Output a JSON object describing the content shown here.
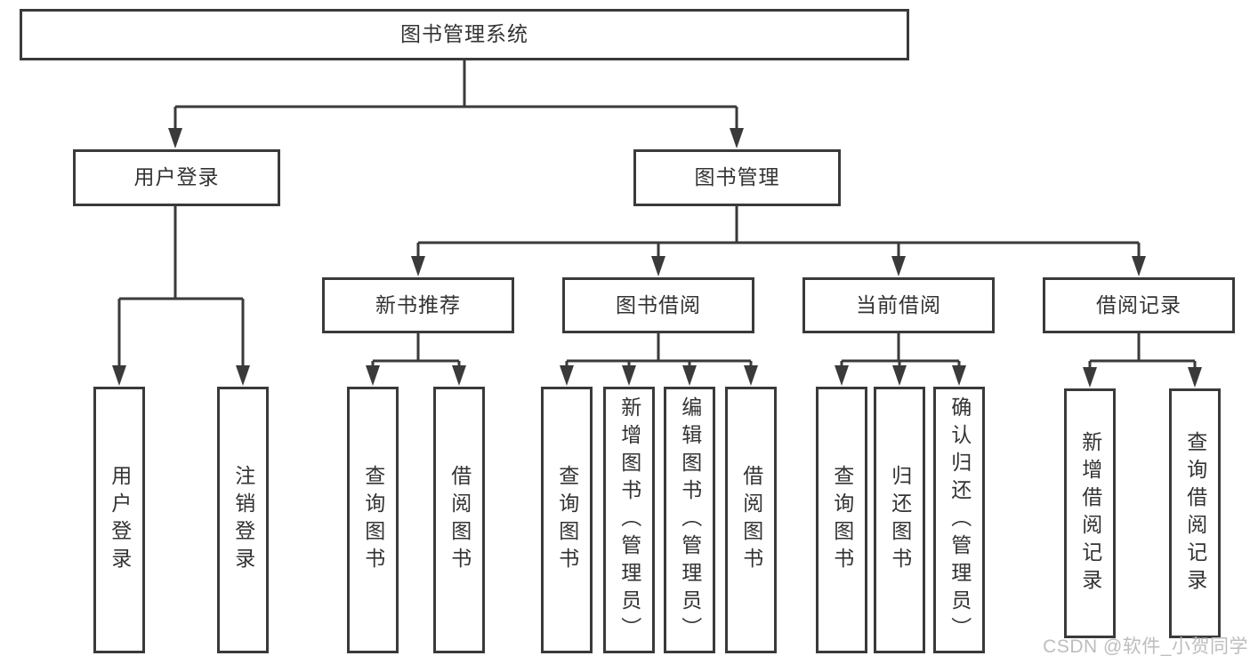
{
  "diagram": {
    "root": {
      "label": "图书管理系统"
    },
    "branches": [
      {
        "label": "用户登录",
        "children": [
          {
            "label": "用户登录"
          },
          {
            "label": "注销登录"
          }
        ]
      },
      {
        "label": "图书管理",
        "children": [
          {
            "label": "新书推荐",
            "children": [
              {
                "label": "查询图书"
              },
              {
                "label": "借阅图书"
              }
            ]
          },
          {
            "label": "图书借阅",
            "children": [
              {
                "label": "查询图书"
              },
              {
                "label": "新增图书（管理员）"
              },
              {
                "label": "编辑图书（管理员）"
              },
              {
                "label": "借阅图书"
              }
            ]
          },
          {
            "label": "当前借阅",
            "children": [
              {
                "label": "查询图书"
              },
              {
                "label": "归还图书"
              },
              {
                "label": "确认归还（管理员）"
              }
            ]
          },
          {
            "label": "借阅记录",
            "children": [
              {
                "label": "新增借阅记录"
              },
              {
                "label": "查询借阅记录"
              }
            ]
          }
        ]
      }
    ]
  },
  "watermark": {
    "text": "CSDN @软件_小贺同学"
  },
  "colors": {
    "line": "#3a3a3a",
    "text": "#333333",
    "background": "#ffffff",
    "watermark": "#bdbdbd"
  }
}
